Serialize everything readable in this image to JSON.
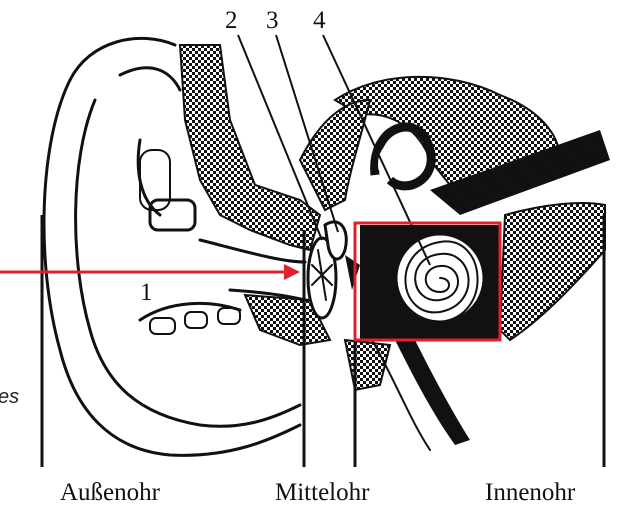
{
  "labels": {
    "n1": "1",
    "n2": "2",
    "n3": "3",
    "n4": "4",
    "partial_left_text": "es"
  },
  "sections": {
    "outer": "Außenohr",
    "middle": "Mittelohr",
    "inner": "Innenohr"
  },
  "colors": {
    "highlight": "#e0202a",
    "ink": "#111111"
  }
}
